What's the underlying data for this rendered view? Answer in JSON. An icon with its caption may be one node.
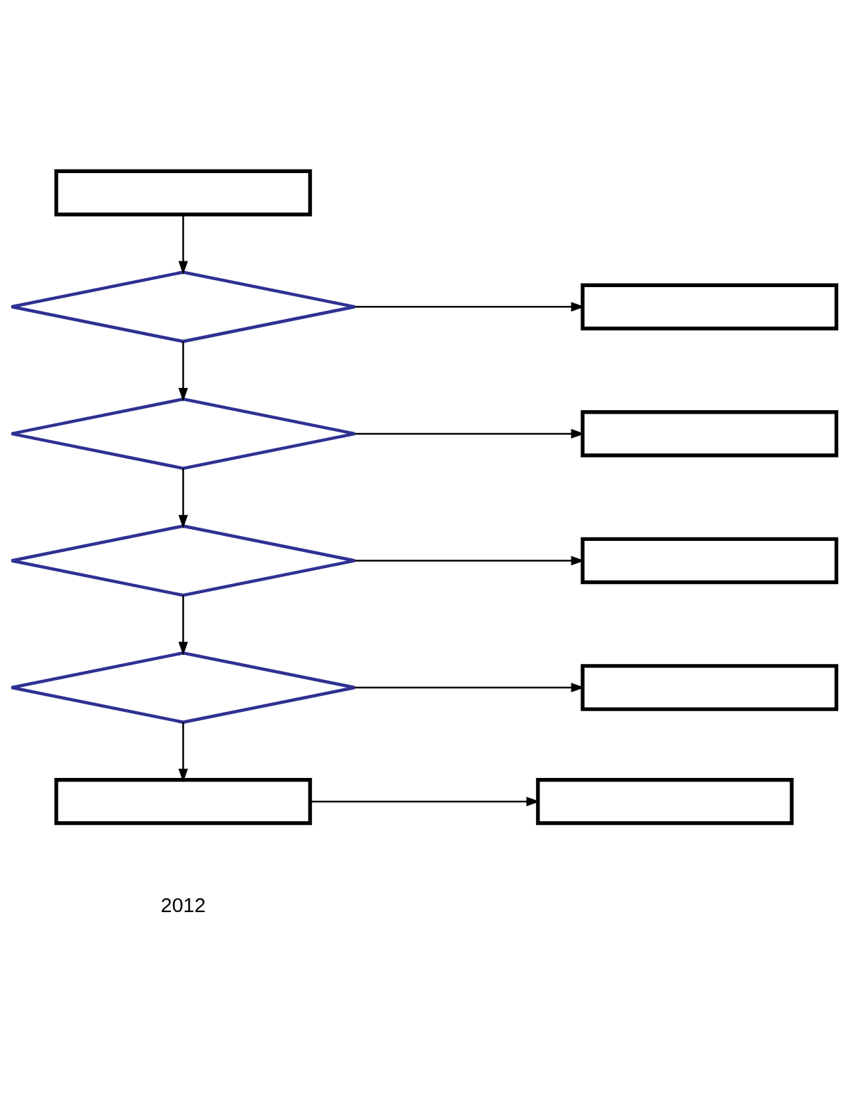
{
  "diagram": {
    "nodes": [
      {
        "text": [],
        "shape": "box"
      },
      {
        "text": [],
        "shape": "diamond"
      },
      {
        "text": [],
        "shape": "box"
      },
      {
        "text": [],
        "shape": "diamond"
      },
      {
        "text": [],
        "shape": "box"
      },
      {
        "text": [],
        "shape": "diamond"
      },
      {
        "text": [],
        "shape": "box"
      },
      {
        "text": [],
        "shape": "diamond"
      },
      {
        "text": [],
        "shape": "box"
      },
      {
        "text": [],
        "shape": "box"
      },
      {
        "text": [],
        "shape": "box"
      }
    ],
    "edges": [
      {
        "from": 0,
        "to": 1,
        "arrow": "to"
      },
      {
        "from": 1,
        "to": 2,
        "arrow": "to"
      },
      {
        "from": 1,
        "to": 3,
        "arrow": "to"
      },
      {
        "from": 3,
        "to": 4,
        "arrow": "to"
      },
      {
        "from": 3,
        "to": 5,
        "arrow": "to"
      },
      {
        "from": 5,
        "to": 6,
        "arrow": "to"
      },
      {
        "from": 5,
        "to": 7,
        "arrow": "to"
      },
      {
        "from": 7,
        "to": 8,
        "arrow": "to"
      },
      {
        "from": 7,
        "to": 9,
        "arrow": "to"
      },
      {
        "from": 9,
        "to": 10,
        "arrow": "to"
      }
    ],
    "labels": [
      "2012"
    ]
  }
}
